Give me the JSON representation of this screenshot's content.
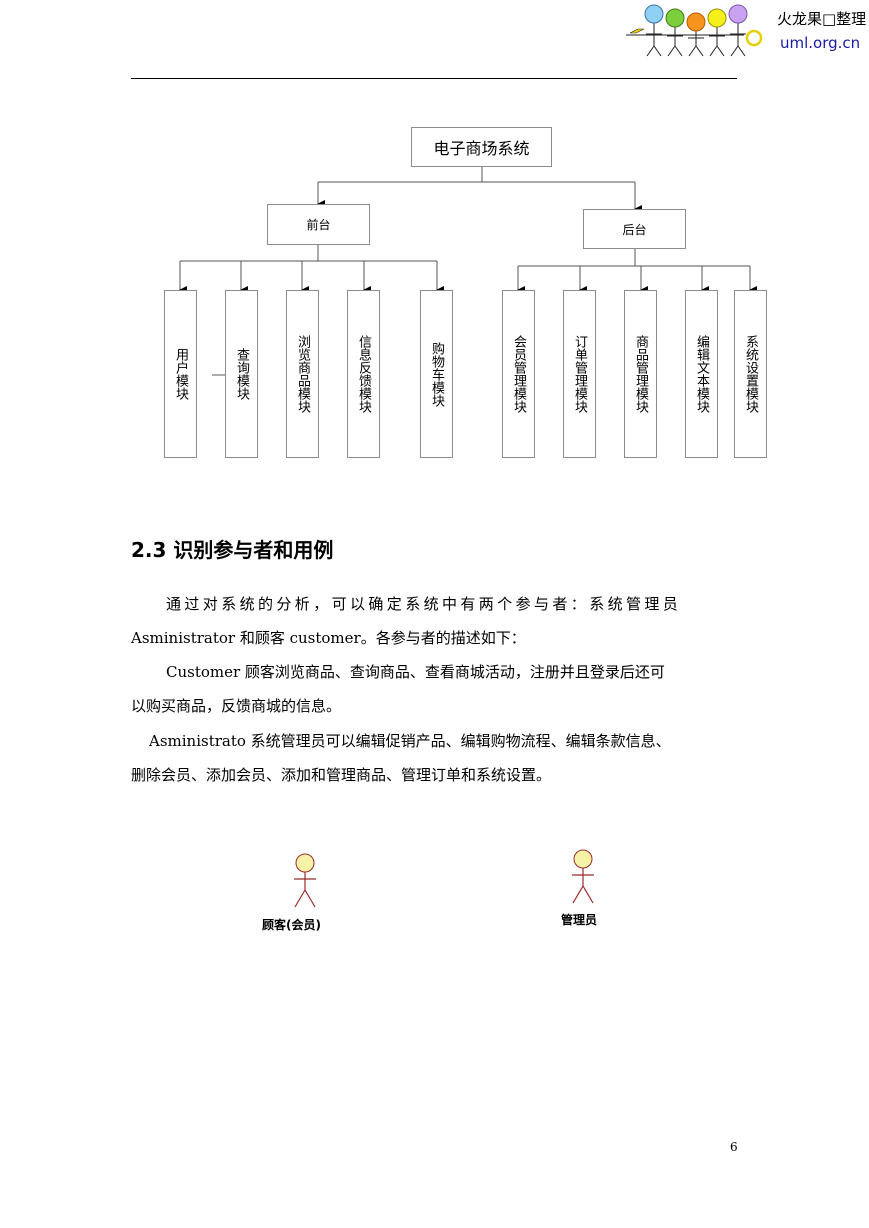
{
  "header": {
    "brand_name": "火龙果□整理",
    "brand_url": "uml.org.cn"
  },
  "diagram": {
    "root": "电子商场系统",
    "front": {
      "label": "前台",
      "modules": [
        "用户模块",
        "查询模块",
        "浏览商品模块",
        "信息反馈模块",
        "购物车模块"
      ]
    },
    "back": {
      "label": "后台",
      "modules": [
        "会员管理模块",
        "订单管理模块",
        "商品管理模块",
        "编辑文本模块",
        "系统设置模块"
      ]
    }
  },
  "section": {
    "heading": "2.3 识别参与者和用例",
    "para1_line1": "通过对系统的分析，可以确定系统中有两个参与者：系统管理员",
    "para1_line2": "Asministrator 和顾客 customer。各参与者的描述如下：",
    "para2_line1": "Customer  顾客浏览商品、查询商品、查看商城活动，注册并且登录后还可",
    "para2_line2": "以购买商品，反馈商城的信息。",
    "para3_line1": "Asministrato 系统管理员可以编辑促销产品、编辑购物流程、编辑条款信息、",
    "para3_line2": "删除会员、添加会员、添加和管理商品、管理订单和系统设置。"
  },
  "actors": {
    "customer_label": "顾客(会员)",
    "admin_label": "管理员"
  },
  "page_number": "6"
}
